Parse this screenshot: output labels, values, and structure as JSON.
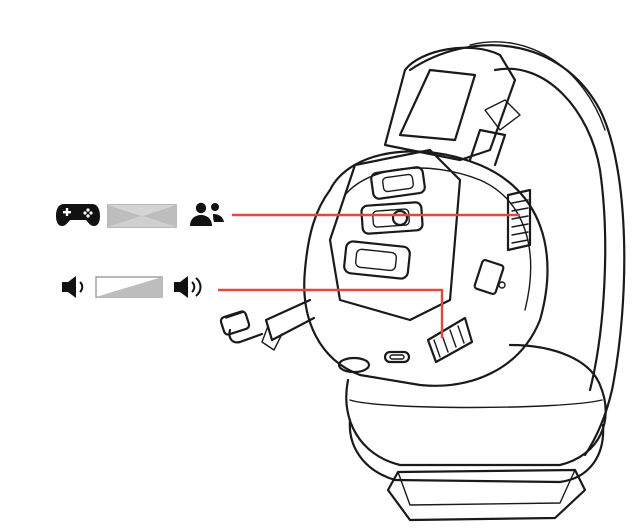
{
  "figure": {
    "controls": [
      {
        "name": "game-chat-balance-dial",
        "left_icon": "gamepad-icon",
        "right_icon": "people-icon",
        "indicator": "bowtie-balance-bar"
      },
      {
        "name": "volume-dial",
        "left_icon": "speaker-low-icon",
        "right_icon": "speaker-high-icon",
        "indicator": "ramp-volume-bar"
      }
    ],
    "colors": {
      "callout_line": "#e04a3a",
      "line_art": "#1a1a1a",
      "bar_fill": "#bdbdbd",
      "icon_fill": "#111111"
    }
  }
}
